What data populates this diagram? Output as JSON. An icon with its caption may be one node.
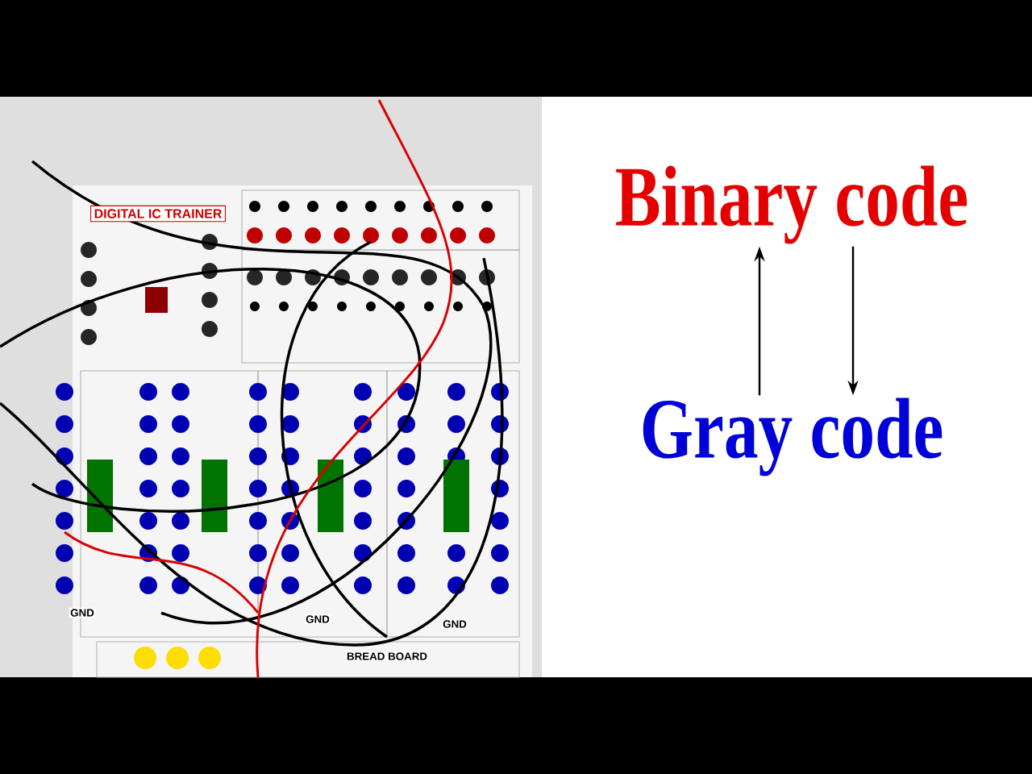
{
  "diagram": {
    "nodes": [
      {
        "text": [
          "Binary code"
        ]
      },
      {
        "text": [
          "Gray code"
        ]
      }
    ],
    "edges": [
      {
        "from": 1,
        "to": 0,
        "arrow": "to"
      },
      {
        "from": 0,
        "to": 1,
        "arrow": "to"
      }
    ],
    "labels": [
      "DIGITAL IC TRAINER",
      "GND",
      "GND",
      "GND",
      "BREAD BOARD"
    ]
  }
}
